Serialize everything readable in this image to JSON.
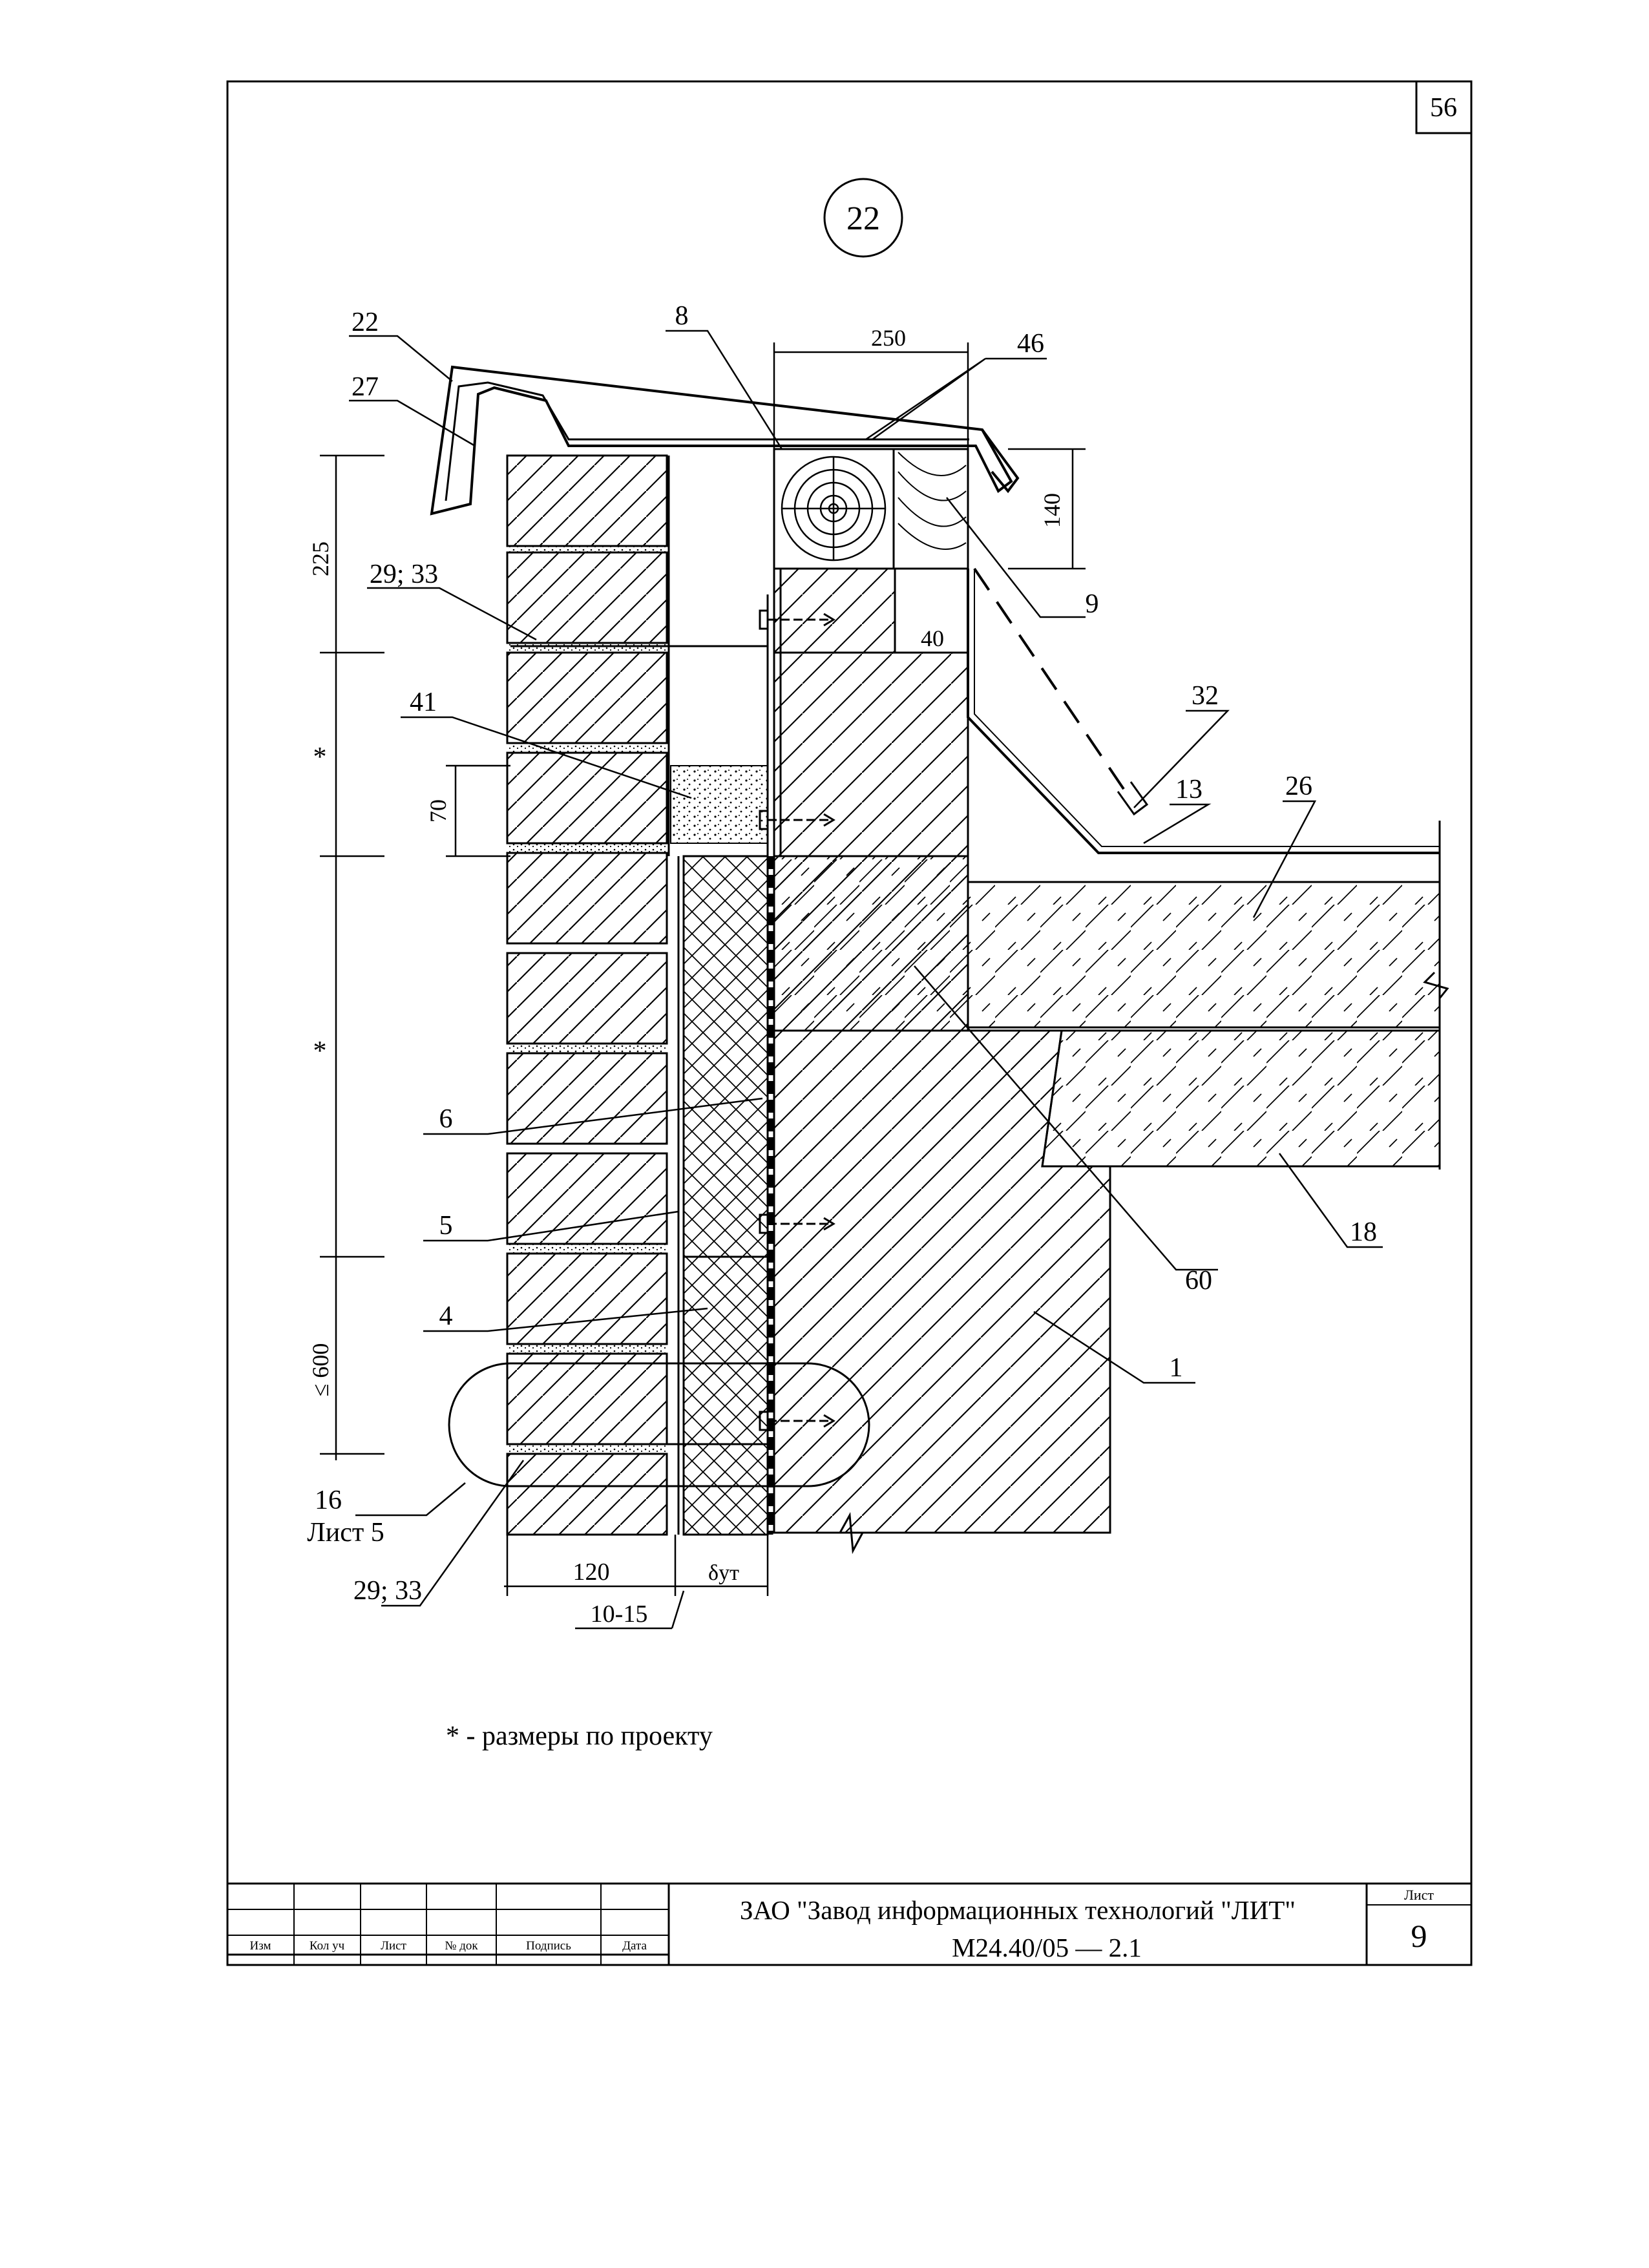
{
  "sheet": {
    "top_sheet_number": "56",
    "detail_mark": "22",
    "footnote": "* - размеры по проекту"
  },
  "dimensions": {
    "d250": "250",
    "d140": "140",
    "d40": "40",
    "d225": "225",
    "d70": "70",
    "d_star_1": "*",
    "d_star_2": "*",
    "d600": "≤ 600",
    "d120": "120",
    "d_insul": "δут",
    "d10_15": "10-15"
  },
  "callouts": {
    "c22": "22",
    "c27": "27",
    "c8": "8",
    "c46": "46",
    "c29_33_top": "29; 33",
    "c9": "9",
    "c41": "41",
    "c32": "32",
    "c13": "13",
    "c26": "26",
    "c6": "6",
    "c5": "5",
    "c4": "4",
    "c60": "60",
    "c18": "18",
    "c1": "1",
    "c16": "16",
    "c_list5": "Лист 5",
    "c29_33_bottom": "29; 33"
  },
  "title_block": {
    "headers": [
      "Изм",
      "Кол уч",
      "Лист",
      "№ док",
      "Подпись",
      "Дата"
    ],
    "organization": "ЗАО \"Завод информационных технологий \"ЛИТ\"",
    "document_code": "М24.40/05 — 2.1",
    "sheet_label": "Лист",
    "sheet_number": "9"
  }
}
